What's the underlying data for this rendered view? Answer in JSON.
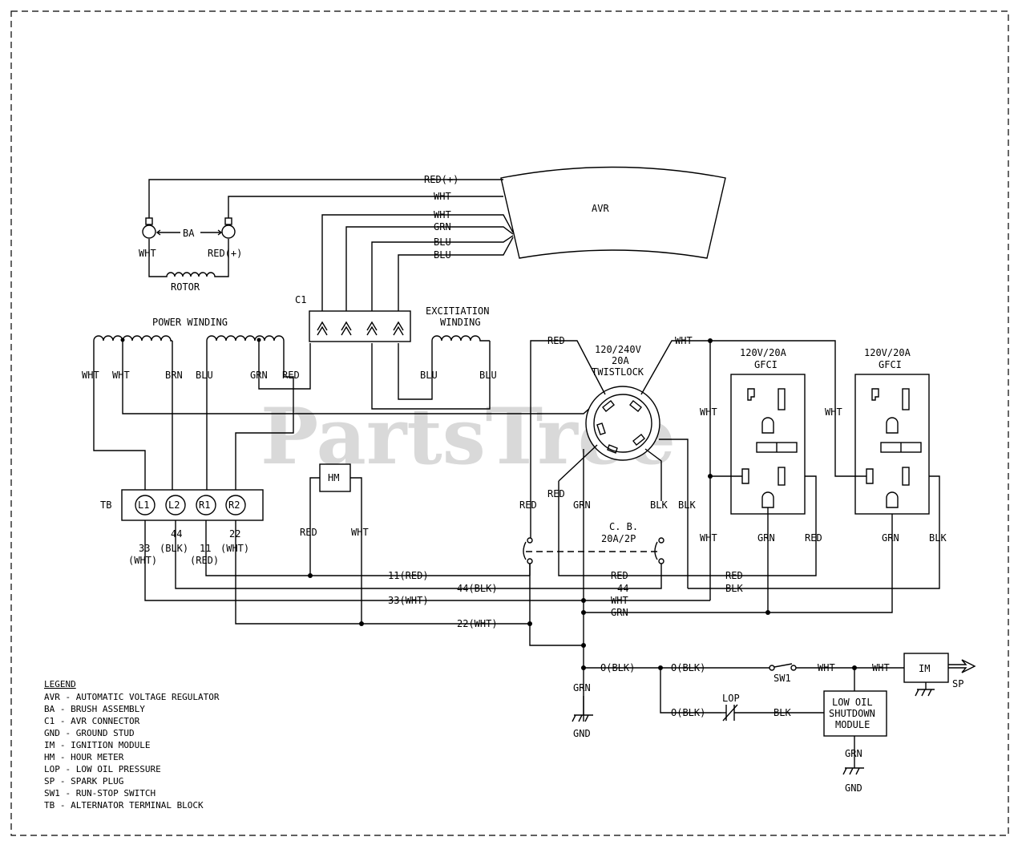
{
  "watermark": "PartsTree",
  "components": {
    "avr": "AVR",
    "ba": "BA",
    "rotor": "ROTOR",
    "c1": "C1",
    "power_winding": "POWER WINDING",
    "excitation_winding_1": "EXCITIATION",
    "excitation_winding_2": "WINDING",
    "twistlock_1": "120/240V",
    "twistlock_2": "20A",
    "twistlock_3": "TWISTLOCK",
    "gfci1_1": "120V/20A",
    "gfci1_2": "GFCI",
    "gfci2_1": "120V/20A",
    "gfci2_2": "GFCI",
    "tb": "TB",
    "l1": "L1",
    "l2": "L2",
    "r1": "R1",
    "r2": "R2",
    "hm": "HM",
    "cb_1": "C. B.",
    "cb_2": "20A/2P",
    "im": "IM",
    "sp": "SP",
    "sw1": "SW1",
    "lop": "LOP",
    "lowoil_1": "LOW OIL",
    "lowoil_2": "SHUTDOWN",
    "lowoil_3": "MODULE",
    "gnd1": "GND",
    "gnd2": "GND"
  },
  "wire_labels": {
    "red_plus_top": "RED(+)",
    "wht_avr": "WHT",
    "wht_avr2": "WHT",
    "grn_avr": "GRN",
    "blu_avr1": "BLU",
    "blu_avr2": "BLU",
    "wht_ba": "WHT",
    "red_plus_ba": "RED(+)",
    "pw_wht1": "WHT",
    "pw_wht2": "WHT",
    "pw_brn": "BRN",
    "pw_blu": "BLU",
    "pw_grn": "GRN",
    "pw_red": "RED",
    "ex_blu1": "BLU",
    "ex_blu2": "BLU",
    "red_cb_top": "RED",
    "wht_top": "WHT",
    "wht_gfci_left": "WHT",
    "wht_gfci2": "WHT",
    "red_cb": "RED",
    "red_tw": "RED",
    "grn_tw": "GRN",
    "blk_cb": "BLK",
    "blk_tw": "BLK",
    "wht_lower": "WHT",
    "grn_gfci1": "GRN",
    "red_gfci1": "RED",
    "grn_gfci2": "GRN",
    "blk_gfci2": "BLK",
    "hm_red": "RED",
    "hm_wht": "WHT",
    "tb_33": "33",
    "tb_33b": "(WHT)",
    "tb_44": "44",
    "tb_44b": "(BLK)",
    "tb_11": "11",
    "tb_11b": "(RED)",
    "tb_22": "22",
    "tb_22b": "(WHT)",
    "bus_11": "11(RED)",
    "bus_44": "44(BLK)",
    "bus_33": "33(WHT)",
    "bus_22": "22(WHT)",
    "bus_red": "RED",
    "bus_44b": "44",
    "bus_wht": "WHT",
    "bus_grn": "GRN",
    "bus_red2": "RED",
    "bus_blk": "BLK",
    "o_blk1": "O(BLK)",
    "o_blk2": "O(BLK)",
    "o_blk3": "O(BLK)",
    "sw_wht1": "WHT",
    "sw_wht2": "WHT",
    "lop_blk": "BLK",
    "grn_gnd": "GRN",
    "grn_lowoil": "GRN"
  },
  "legend": {
    "title": "LEGEND",
    "items": [
      "AVR - AUTOMATIC VOLTAGE REGULATOR",
      "BA - BRUSH ASSEMBLY",
      "C1 - AVR CONNECTOR",
      "GND - GROUND STUD",
      "IM - IGNITION MODULE",
      "HM - HOUR METER",
      "LOP - LOW OIL PRESSURE",
      "SP - SPARK PLUG",
      "SW1 - RUN-STOP SWITCH",
      "TB - ALTERNATOR TERMINAL BLOCK"
    ]
  }
}
